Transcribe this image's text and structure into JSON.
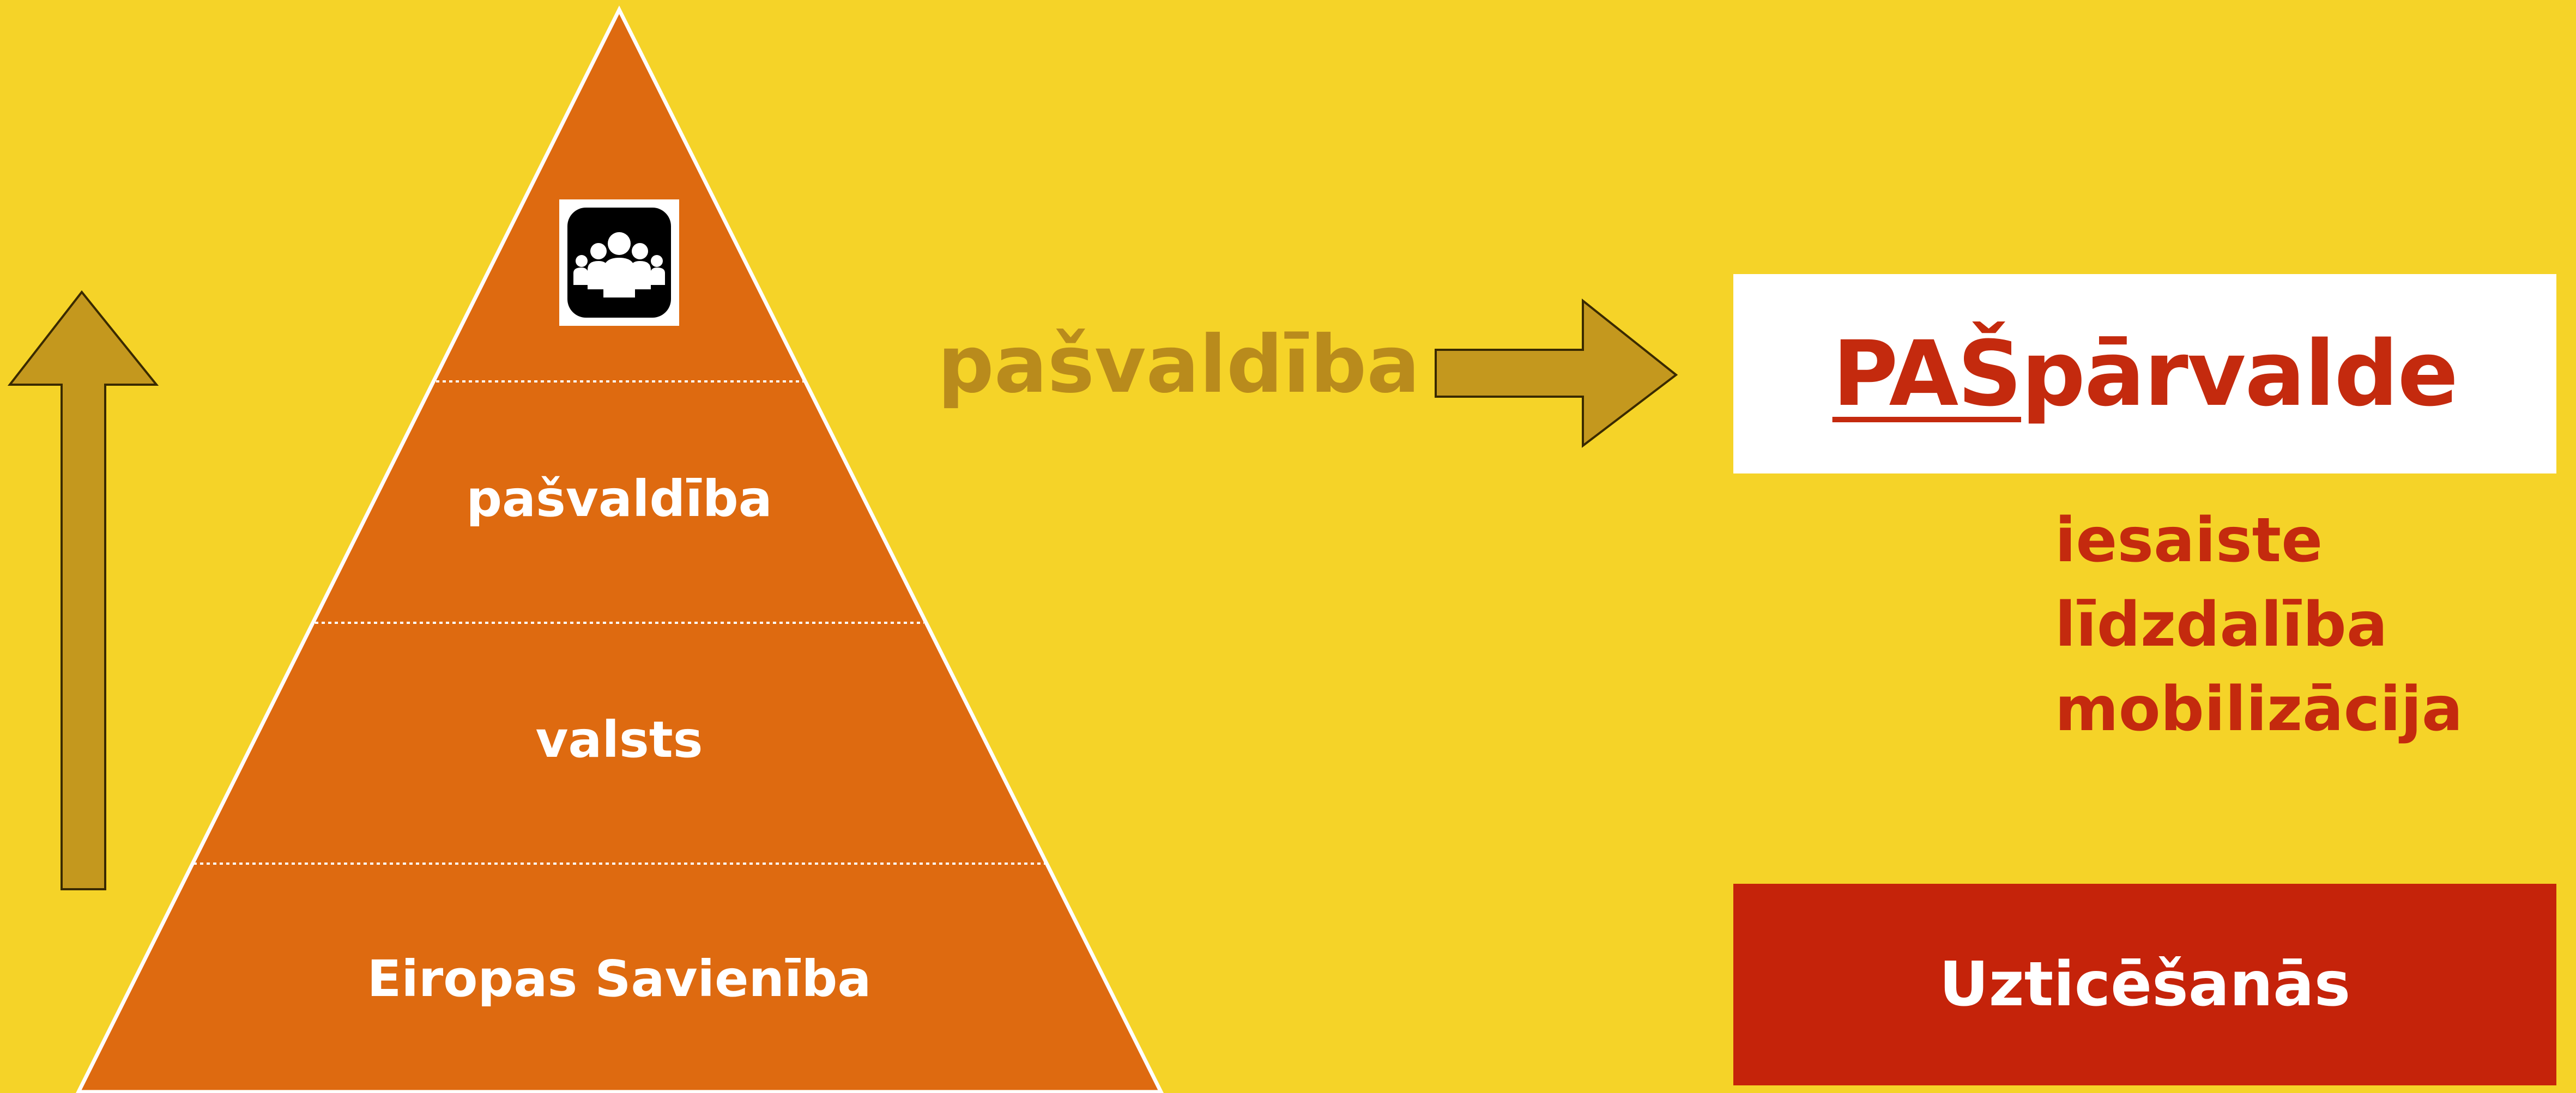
{
  "pyramid": {
    "levels": [
      {
        "label": "pašvaldība"
      },
      {
        "label": "valsts"
      },
      {
        "label": "Eiropas Savienība"
      }
    ],
    "top_icon": "people-group-icon"
  },
  "middle_label": "pašvaldība",
  "title": {
    "prefix": "PAŠ",
    "rest": "pārvalde"
  },
  "keywords": [
    "iesaiste",
    "līdzdalība",
    "mobilizācija"
  ],
  "trust_label": "Uzticēšanās",
  "colors": {
    "background": "#f5d328",
    "pyramid": "#de6a10",
    "arrow": "#c4981e",
    "accent_red": "#c42a0e",
    "trust_box": "#c5230a",
    "middle_text": "#b98b1c"
  }
}
